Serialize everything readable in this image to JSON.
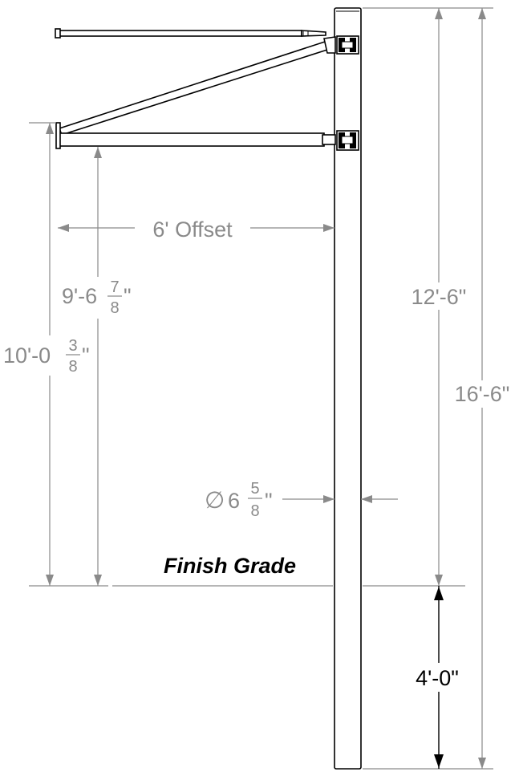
{
  "diagram": {
    "label_offset": "6' Offset",
    "label_lower_arm_height": {
      "whole": "9'-6",
      "numerator": "7",
      "denominator": "8",
      "unit": "\""
    },
    "label_upper_arm_height": {
      "whole": "10'-0",
      "numerator": "3",
      "denominator": "8",
      "unit": "\""
    },
    "label_pole_above_grade": "12'-6\"",
    "label_pole_total": "16'-6\"",
    "label_pole_diameter": {
      "symbol": "∅",
      "whole": "6",
      "numerator": "5",
      "denominator": "8",
      "unit": "\""
    },
    "label_finish_grade": "Finish Grade",
    "label_embedment": "4'-0\""
  }
}
